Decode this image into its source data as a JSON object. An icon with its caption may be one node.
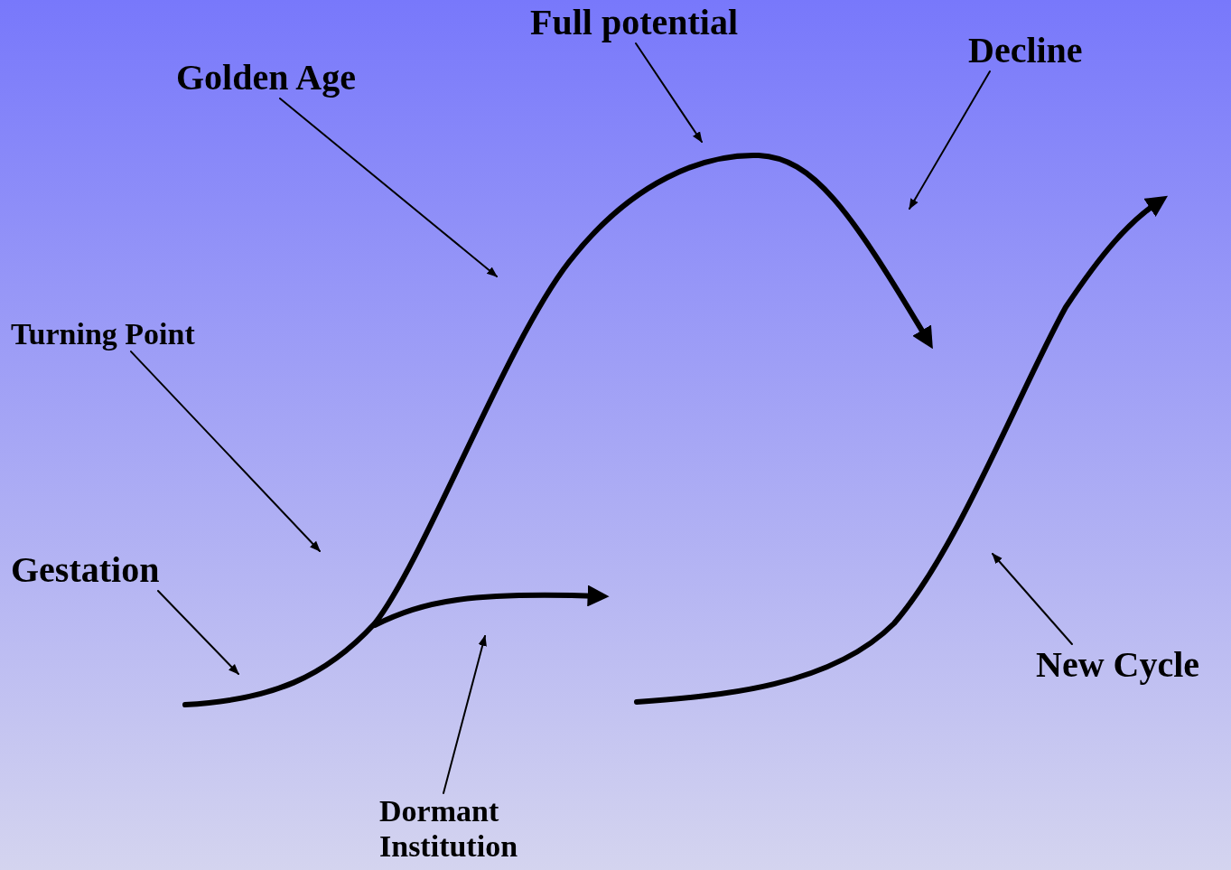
{
  "diagram": {
    "nodes": [
      {
        "text": [
          "Full potential"
        ]
      },
      {
        "text": [
          "Decline"
        ]
      },
      {
        "text": [
          "Golden Age"
        ]
      },
      {
        "text": [
          "Turning Point"
        ]
      },
      {
        "text": [
          "Gestation"
        ]
      },
      {
        "text": [
          "New Cycle"
        ]
      },
      {
        "text": [
          "Dormant Institution"
        ]
      }
    ],
    "edges": [
      {
        "from": 0,
        "to": null,
        "arrow": "to"
      },
      {
        "from": 1,
        "to": null,
        "arrow": "to"
      },
      {
        "from": 2,
        "to": null,
        "arrow": "to"
      },
      {
        "from": 3,
        "to": null,
        "arrow": "to"
      },
      {
        "from": 4,
        "to": null,
        "arrow": "to"
      },
      {
        "from": 5,
        "to": null,
        "arrow": "to"
      },
      {
        "from": 6,
        "to": null,
        "arrow": "to"
      }
    ]
  }
}
